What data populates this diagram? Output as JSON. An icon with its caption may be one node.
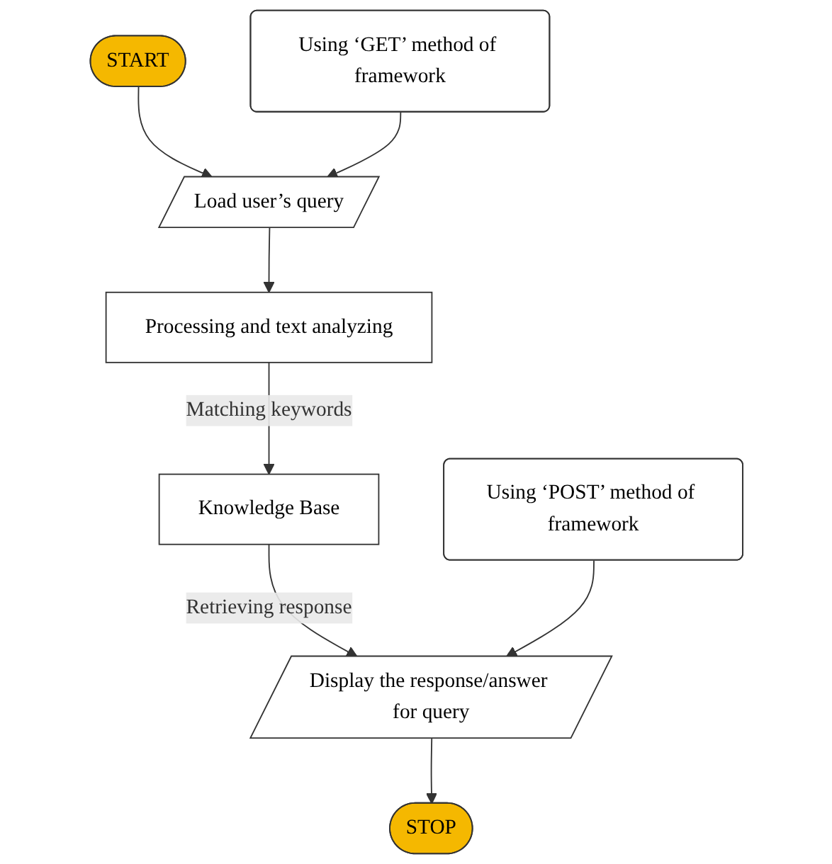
{
  "diagram": {
    "nodes": [
      {
        "text": [
          "START"
        ]
      },
      {
        "text": [
          "Load user’s query"
        ]
      },
      {
        "text": [
          "Using ‘GET’ method of framework"
        ]
      },
      {
        "text": [
          "Processing and text analyzing"
        ]
      },
      {
        "text": [
          "Knowledge Base"
        ]
      },
      {
        "text": [
          "Display the response/answer for query"
        ]
      },
      {
        "text": [
          "STOP"
        ]
      },
      {
        "text": [
          "Using ‘POST’ method of framework"
        ]
      }
    ],
    "edges": [
      {
        "from": 0,
        "to": 1,
        "arrow": "to"
      },
      {
        "from": 2,
        "to": 1,
        "arrow": "to"
      },
      {
        "from": 1,
        "to": 3,
        "arrow": "to"
      },
      {
        "from": 3,
        "to": 4,
        "arrow": "to",
        "label": "Matching keywords"
      },
      {
        "from": 4,
        "to": 5,
        "arrow": "to",
        "label": "Retrieving response"
      },
      {
        "from": 5,
        "to": 6,
        "arrow": "to"
      },
      {
        "from": 7,
        "to": 5,
        "arrow": "to"
      }
    ]
  }
}
